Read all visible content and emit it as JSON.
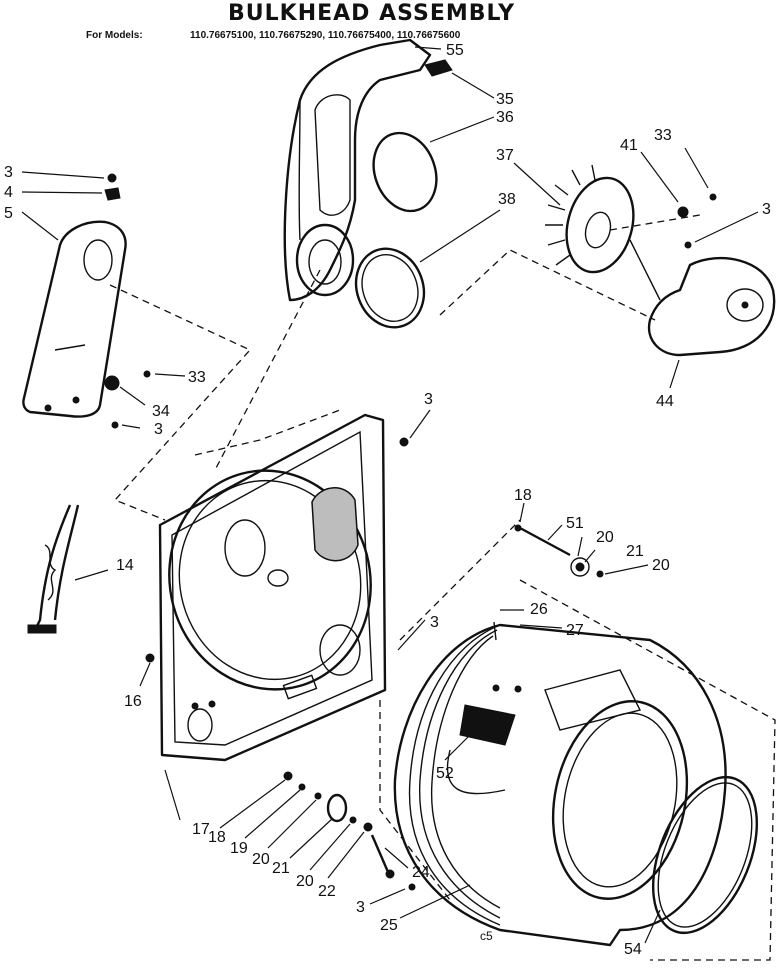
{
  "header": {
    "title": "BULKHEAD ASSEMBLY",
    "models_label": "For Models:",
    "models": "110.76675100, 110.76675290, 110.76675400, 110.76675600"
  },
  "callouts": {
    "c55": "55",
    "c35": "35",
    "c36": "36",
    "c37": "37",
    "c38": "38",
    "c41": "41",
    "c33_top": "33",
    "c3_right": "3",
    "c44": "44",
    "c3_left_top": "3",
    "c4": "4",
    "c5": "5",
    "c33_left": "33",
    "c34": "34",
    "c3_left_bottom": "3",
    "c3_panel_top": "3",
    "c14": "14",
    "c16": "16",
    "c18_top": "18",
    "c51": "51",
    "c20_top": "20",
    "c21_top": "21",
    "c20_right": "20",
    "c3_mid": "3",
    "c26": "26",
    "c27": "27",
    "c52": "52",
    "c17": "17",
    "c18_bottom": "18",
    "c19": "19",
    "c20_bottom_a": "20",
    "c21_bottom": "21",
    "c20_bottom_b": "20",
    "c22": "22",
    "c24": "24",
    "c3_bottom": "3",
    "c25": "25",
    "c54": "54"
  },
  "footer": {
    "code": "c5"
  }
}
